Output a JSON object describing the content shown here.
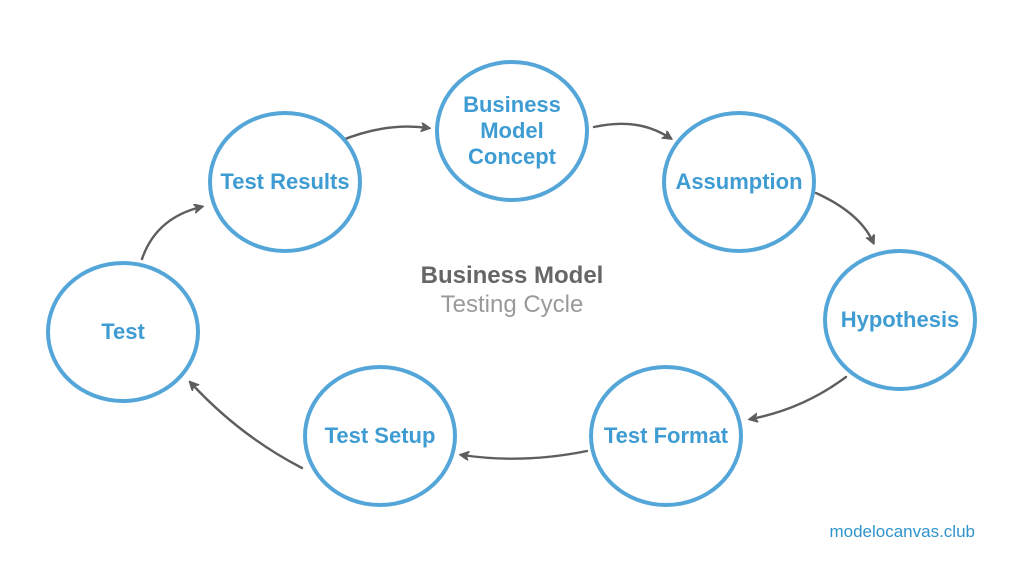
{
  "diagram": {
    "center_title": {
      "line1": "Business Model",
      "line2": "Testing Cycle"
    },
    "nodes": [
      {
        "id": "business-model-concept",
        "label": "Business Model Concept"
      },
      {
        "id": "assumption",
        "label": "Assumption"
      },
      {
        "id": "hypothesis",
        "label": "Hypothesis"
      },
      {
        "id": "test-format",
        "label": "Test Format"
      },
      {
        "id": "test-setup",
        "label": "Test Setup"
      },
      {
        "id": "test",
        "label": "Test"
      },
      {
        "id": "test-results",
        "label": "Test Results"
      }
    ],
    "edges": [
      {
        "from": "test-results",
        "to": "business-model-concept"
      },
      {
        "from": "business-model-concept",
        "to": "assumption"
      },
      {
        "from": "assumption",
        "to": "hypothesis"
      },
      {
        "from": "hypothesis",
        "to": "test-format"
      },
      {
        "from": "test-format",
        "to": "test-setup"
      },
      {
        "from": "test-setup",
        "to": "test"
      },
      {
        "from": "test",
        "to": "test-results"
      }
    ]
  },
  "watermark": {
    "text": "modelocanvas.club"
  },
  "colors": {
    "circle_border": "#54a6d9",
    "circle_text": "#3f9cd3",
    "arrow": "#5e5e5e",
    "title_primary": "#666666",
    "title_secondary": "#9a9a9a",
    "watermark": "#2f94cc",
    "background": "#ffffff"
  }
}
